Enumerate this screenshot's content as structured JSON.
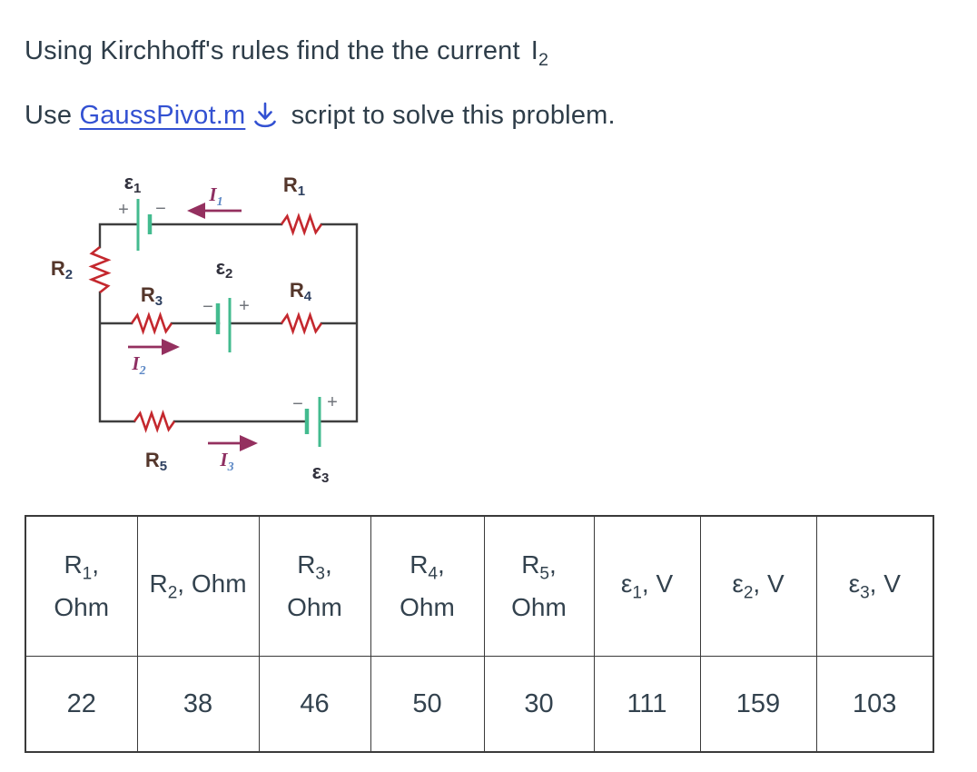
{
  "problem": {
    "title_prefix": "Using Kirchhoff's rules find the the current",
    "current_symbol": {
      "base": "I",
      "sub": "2"
    }
  },
  "instruction": {
    "prefix": "Use ",
    "link_text": "GaussPivot.m",
    "suffix": " script to solve this problem."
  },
  "colors": {
    "link_blue": "#3351d2",
    "wire_gray": "#3e3e3e",
    "resistor_red": "#c4282e",
    "battery_green": "#43bb8f",
    "current_purple": "#94305f",
    "body_text": "#2e3d49",
    "table_border": "#3a3a3a"
  },
  "circuit": {
    "resistors": [
      {
        "base": "R",
        "sub": "1"
      },
      {
        "base": "R",
        "sub": "2"
      },
      {
        "base": "R",
        "sub": "3"
      },
      {
        "base": "R",
        "sub": "4"
      },
      {
        "base": "R",
        "sub": "5"
      }
    ],
    "batteries": [
      {
        "base": "ε",
        "sub": "1",
        "left_sign": "+",
        "right_sign": "−"
      },
      {
        "base": "ε",
        "sub": "2",
        "left_sign": "−",
        "right_sign": "+"
      },
      {
        "base": "ε",
        "sub": "3",
        "left_sign": "−",
        "right_sign": "+"
      }
    ],
    "currents": [
      {
        "base": "I",
        "sub": "1",
        "direction": "left"
      },
      {
        "base": "I",
        "sub": "2",
        "direction": "right"
      },
      {
        "base": "I",
        "sub": "3",
        "direction": "right"
      }
    ]
  },
  "table": {
    "headers": [
      {
        "base": "R",
        "sub": "1",
        "rest": ",",
        "line2": "Ohm"
      },
      {
        "base": "R",
        "sub": "2",
        "rest": ", Ohm",
        "line2": ""
      },
      {
        "base": "R",
        "sub": "3",
        "rest": ",",
        "line2": "Ohm"
      },
      {
        "base": "R",
        "sub": "4",
        "rest": ",",
        "line2": "Ohm"
      },
      {
        "base": "R",
        "sub": "5",
        "rest": ",",
        "line2": "Ohm"
      },
      {
        "base": "ε",
        "sub": "1",
        "rest": ", V",
        "line2": ""
      },
      {
        "base": "ε",
        "sub": "2",
        "rest": ", V",
        "line2": ""
      },
      {
        "base": "ε",
        "sub": "3",
        "rest": ", V",
        "line2": ""
      }
    ],
    "values": [
      "22",
      "38",
      "46",
      "50",
      "30",
      "111",
      "159",
      "103"
    ]
  }
}
